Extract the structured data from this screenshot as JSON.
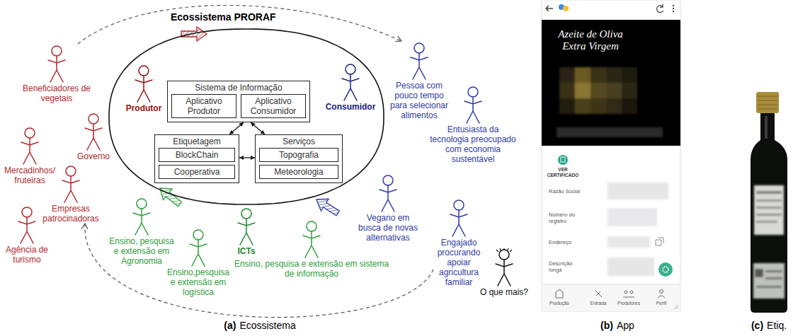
{
  "diagram": {
    "nodes": [
      {
        "text": [
          "Ecossistema PRORAF"
        ]
      },
      {
        "text": [
          "Produtor"
        ],
        "in": 0
      },
      {
        "text": [
          "Consumidor"
        ],
        "in": 0
      },
      {
        "text": [
          "Sistema de Informação"
        ],
        "in": 0
      },
      {
        "text": [
          "Aplicativo Produtor"
        ],
        "in": 3
      },
      {
        "text": [
          "Aplicativo Consumidor"
        ],
        "in": 3
      },
      {
        "text": [
          "Etiquetagem"
        ],
        "in": 0
      },
      {
        "text": [
          "BlockChain"
        ],
        "in": 6
      },
      {
        "text": [
          "Cooperativa"
        ],
        "in": 6
      },
      {
        "text": [
          "Serviços"
        ],
        "in": 0
      },
      {
        "text": [
          "Topografia"
        ],
        "in": 9
      },
      {
        "text": [
          "Meteorologia"
        ],
        "in": 9
      },
      {
        "text": [
          "Beneficiadores de vegetais"
        ]
      },
      {
        "text": [
          "Pessoa com pouco tempo para selecionar alimentos"
        ]
      },
      {
        "text": [
          "Entusiasta da tecnologia preocupado com economia sustentável"
        ]
      },
      {
        "text": [
          "Governo"
        ]
      },
      {
        "text": [
          "Mercadinhos/ fruteiras"
        ]
      },
      {
        "text": [
          "Empresas patrocinadoras"
        ]
      },
      {
        "text": [
          "Vegano em busca de novas alternativas"
        ]
      },
      {
        "text": [
          "Ensino, pesquisa e extensão em Agronomia"
        ]
      },
      {
        "text": [
          "ICTs"
        ]
      },
      {
        "text": [
          "Engajado procurando apoiar agricultura familiar"
        ]
      },
      {
        "text": [
          "Agência de turismo"
        ]
      },
      {
        "text": [
          "Ensino, pesquisa e extensão em sistema de informação"
        ]
      },
      {
        "text": [
          "Ensino,pesquisa e extensão em logística"
        ]
      },
      {
        "text": [
          "O que mais?"
        ]
      }
    ],
    "edges": [
      {
        "from": 6,
        "to": 3,
        "arrow": "both"
      },
      {
        "from": 9,
        "to": 3,
        "arrow": "both"
      },
      {
        "from": 6,
        "to": 9,
        "arrow": "both"
      },
      {
        "from": 12,
        "to": 13,
        "arrow": "to"
      },
      {
        "from": 21,
        "to": 17,
        "arrow": "to"
      }
    ],
    "labels": [
      "(a)",
      "Ecossistema",
      "(b)",
      "App",
      "(c)",
      "Etiq.",
      "Azeite de Oliva Extra Virgem",
      "VER CERTIFICADO",
      "Razão Social",
      "Número do registro",
      "Endereço",
      "Descrição longa",
      "Produção",
      "Entrada",
      "Produtores",
      "Perfil"
    ]
  }
}
